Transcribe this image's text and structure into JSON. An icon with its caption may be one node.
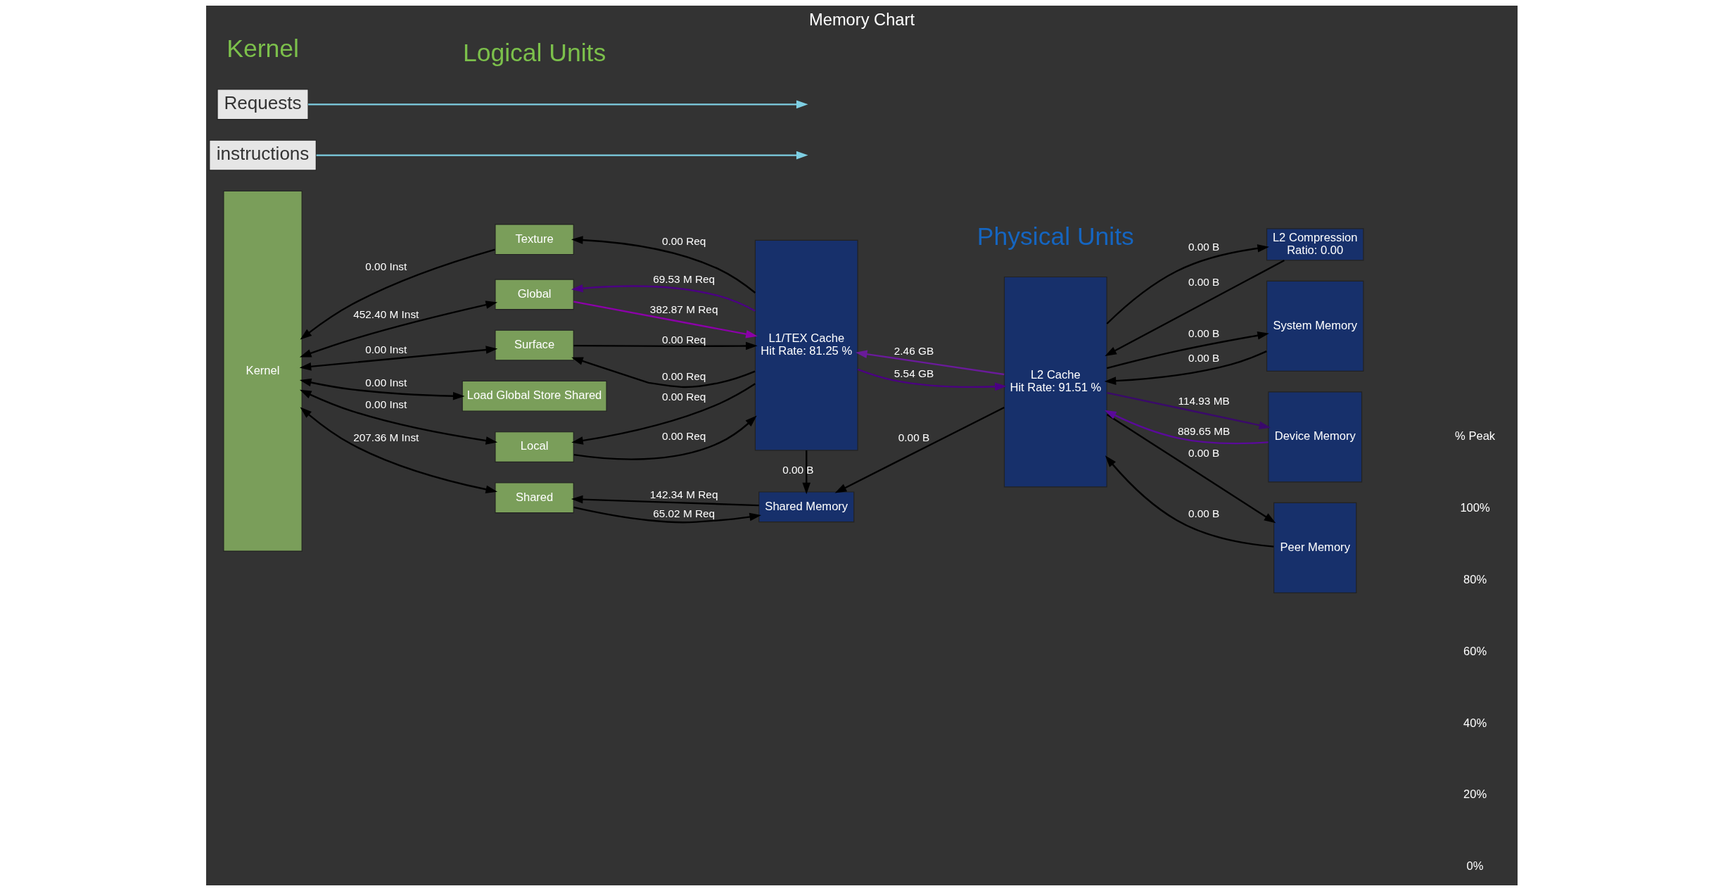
{
  "diagram": {
    "title": "Memory Chart",
    "nodes": [
      {
        "text": [
          "Kernel"
        ]
      },
      {
        "text": [
          "Global"
        ]
      },
      {
        "text": [
          "Local"
        ]
      },
      {
        "text": [
          "Texture"
        ]
      },
      {
        "text": [
          "Surface"
        ]
      },
      {
        "text": [
          "Load Global Store Shared"
        ]
      },
      {
        "text": [
          "Shared"
        ]
      },
      {
        "text": [
          "L1/TEX Cache",
          "Hit Rate: 81.25 %"
        ]
      },
      {
        "text": [
          "Shared Memory"
        ]
      },
      {
        "text": [
          "L2 Cache",
          "Hit Rate: 91.51 %"
        ]
      },
      {
        "text": [
          "L2 Compression",
          "Ratio: 0.00"
        ]
      },
      {
        "text": [
          "System Memory"
        ]
      },
      {
        "text": [
          "Device Memory"
        ]
      },
      {
        "text": [
          "Peer Memory"
        ]
      },
      {
        "text": [
          "instructions"
        ]
      },
      {
        "text": [
          "Requests"
        ]
      }
    ],
    "edges": [
      {
        "from": 0,
        "to": 1,
        "arrow": "both",
        "label": "452.40 M Inst"
      },
      {
        "from": 0,
        "to": 2,
        "arrow": "both",
        "label": "0.00 Inst"
      },
      {
        "from": 3,
        "to": 0,
        "arrow": "to",
        "label": "0.00 Inst"
      },
      {
        "from": 0,
        "to": 4,
        "arrow": "both",
        "label": "0.00 Inst"
      },
      {
        "from": 0,
        "to": 5,
        "arrow": "both",
        "label": "0.00 Inst"
      },
      {
        "from": 0,
        "to": 6,
        "arrow": "both",
        "label": "207.36 M Inst"
      },
      {
        "from": 7,
        "to": 1,
        "arrow": "to",
        "label": "69.53 M Req",
        "color": "#4b0082"
      },
      {
        "from": 1,
        "to": 7,
        "arrow": "to",
        "label": "382.87 M Req",
        "color": "#8b00a8"
      },
      {
        "from": 7,
        "to": 2,
        "arrow": "to",
        "label": "0.00 Req"
      },
      {
        "from": 2,
        "to": 7,
        "arrow": "to",
        "label": "0.00 Req"
      },
      {
        "from": 7,
        "to": 3,
        "arrow": "to",
        "label": "0.00 Req"
      },
      {
        "from": 7,
        "to": 4,
        "arrow": "to",
        "label": "0.00 Req"
      },
      {
        "from": 4,
        "to": 7,
        "arrow": "to",
        "label": "0.00 Req"
      },
      {
        "from": 8,
        "to": 6,
        "arrow": "to",
        "label": "142.34 M Req"
      },
      {
        "from": 6,
        "to": 8,
        "arrow": "to",
        "label": "65.02 M Req"
      },
      {
        "from": 7,
        "to": 8,
        "arrow": "to",
        "label": "0.00 B"
      },
      {
        "from": 9,
        "to": 8,
        "arrow": "to",
        "label": "0.00 B"
      },
      {
        "from": 9,
        "to": 7,
        "arrow": "to",
        "label": "2.46 GB",
        "color": "#6a1b9a"
      },
      {
        "from": 7,
        "to": 9,
        "arrow": "to",
        "label": "5.54 GB",
        "color": "#4b0082"
      },
      {
        "from": 11,
        "to": 9,
        "arrow": "to",
        "label": "0.00 B"
      },
      {
        "from": 9,
        "to": 11,
        "arrow": "to",
        "label": "0.00 B"
      },
      {
        "from": 12,
        "to": 9,
        "arrow": "to",
        "label": "889.65 MB",
        "color": "#5a0a9a"
      },
      {
        "from": 9,
        "to": 12,
        "arrow": "to",
        "label": "114.93 MB",
        "color": "#3a0a6a"
      },
      {
        "from": 13,
        "to": 9,
        "arrow": "to",
        "label": "0.00 B"
      },
      {
        "from": 9,
        "to": 13,
        "arrow": "to",
        "label": "0.00 B"
      },
      {
        "from": 9,
        "to": 10,
        "arrow": "to",
        "label": "0.00 B"
      },
      {
        "from": 10,
        "to": 9,
        "arrow": "to",
        "label": "0.00 B"
      },
      {
        "from": 14,
        "to": null,
        "arrow": "to",
        "color": "#7ecfe3"
      },
      {
        "from": 15,
        "to": null,
        "arrow": "to",
        "color": "#7ecfe3"
      }
    ],
    "labels": [
      "Logical Units",
      "Physical Units",
      "Kernel",
      "% Peak",
      "100%",
      "80%",
      "60%",
      "40%",
      "20%",
      "0%"
    ]
  }
}
